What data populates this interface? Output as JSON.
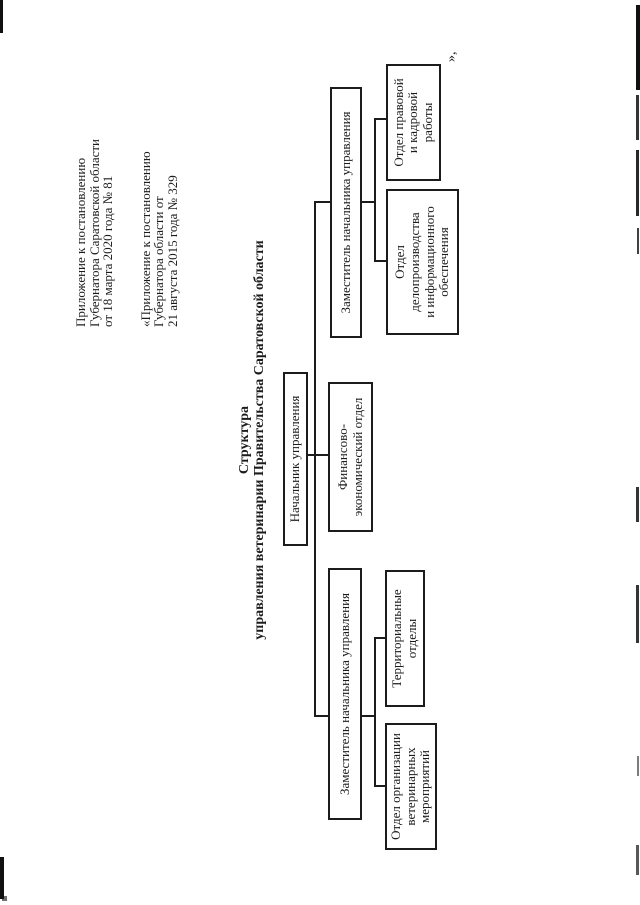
{
  "document": {
    "ink_color": "#1c1c1c",
    "paper_color": "#ffffff",
    "annex_note_1": {
      "lines": [
        "Приложение к постановлению",
        "Губернатора Саратовской области",
        "от 18 марта 2020 года № 81"
      ]
    },
    "annex_note_2": {
      "lines": [
        "«Приложение к постановлению",
        "Губернатора области от",
        "21 августа 2015 года № 329"
      ]
    },
    "closing_quote_mark": "»,",
    "title": {
      "lines": [
        "Структура",
        "управления ветеринарии Правительства Саратовской области"
      ]
    },
    "org_chart": {
      "head": {
        "lines": [
          "Начальник управления"
        ]
      },
      "finance_dept": {
        "lines": [
          "Финансово-",
          "экономический отдел"
        ]
      },
      "deputy_right": {
        "lines": [
          "Заместитель начальника управления"
        ]
      },
      "deputy_left": {
        "lines": [
          "Заместитель начальника управления"
        ]
      },
      "records_dept": {
        "lines": [
          "Отдел",
          "делопроизводства",
          "и информационного",
          "обеспечения"
        ]
      },
      "legal_dept": {
        "lines": [
          "Отдел правовой",
          "и кадровой",
          "работы"
        ]
      },
      "territorial_dept": {
        "lines": [
          "Территориальные",
          "отделы"
        ]
      },
      "org_vet_dept": {
        "lines": [
          "Отдел организации",
          "ветеринарных",
          "мероприятий"
        ]
      }
    }
  }
}
